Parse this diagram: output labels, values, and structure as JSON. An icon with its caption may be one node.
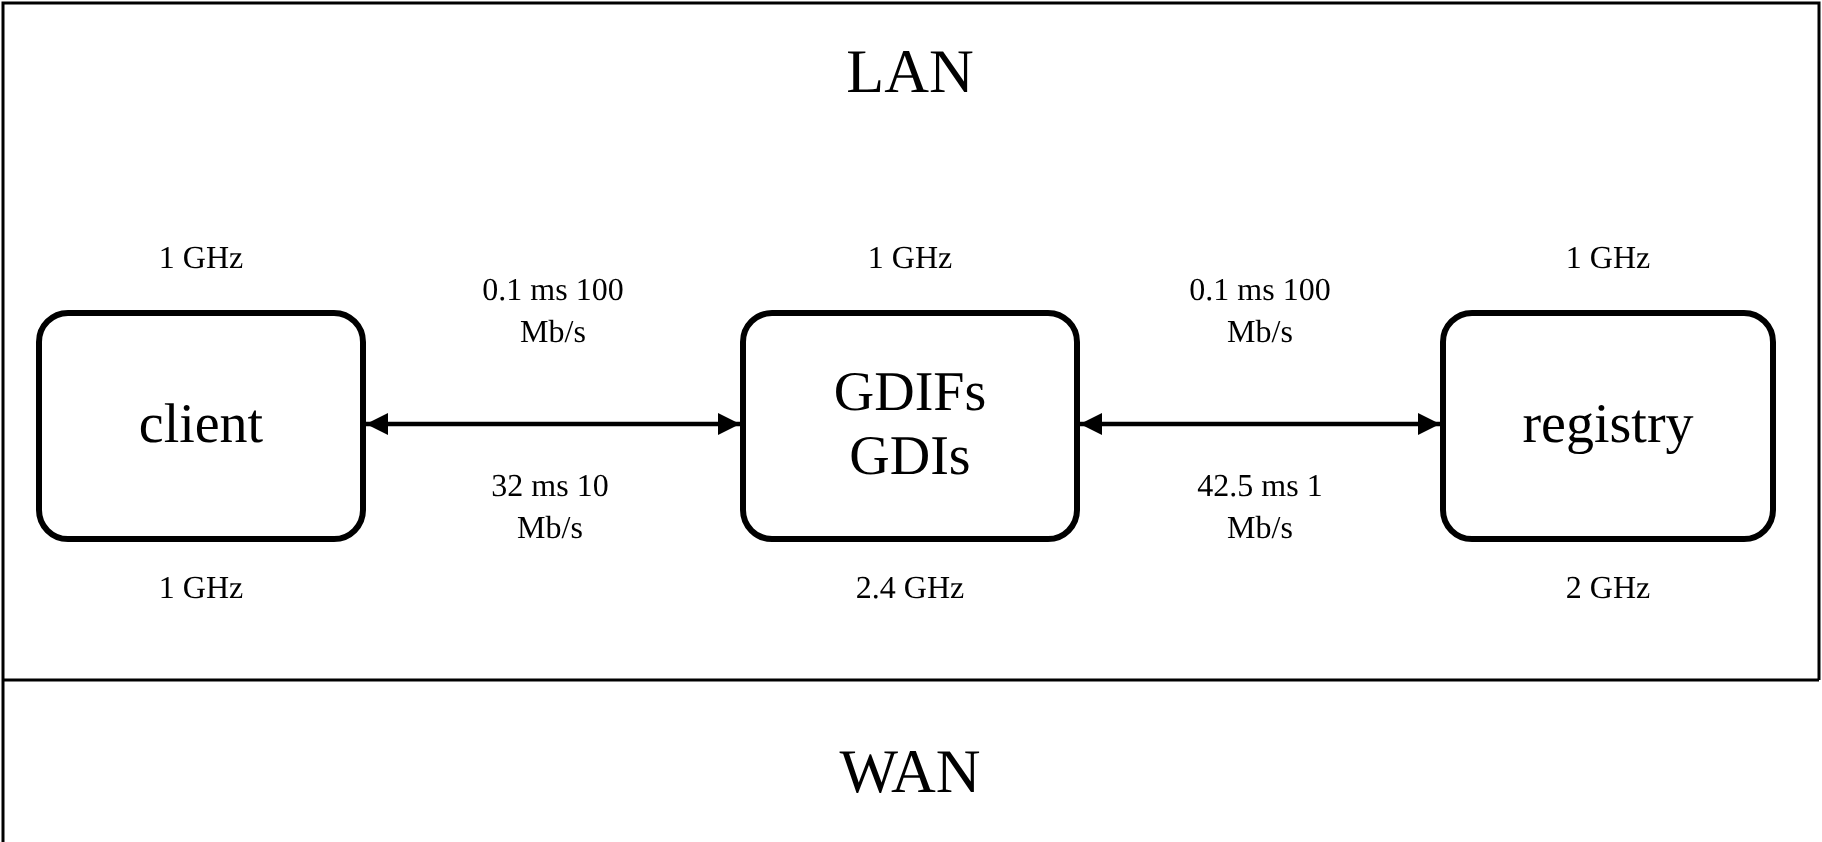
{
  "diagram": {
    "nodes": [
      {
        "text": [
          "client"
        ],
        "beside": [
          "1 GHz",
          "1 GHz"
        ]
      },
      {
        "text": [
          "GDIFs",
          "GDIs"
        ],
        "beside": [
          "1 GHz",
          "2.4 GHz"
        ]
      },
      {
        "text": [
          "registry"
        ],
        "beside": [
          "1 GHz",
          "2 GHz"
        ]
      }
    ],
    "edges": [
      {
        "from": 0,
        "to": 1,
        "arrow": "both",
        "label": "0.1 ms 100 Mb/s"
      },
      {
        "from": 1,
        "to": 2,
        "arrow": "both",
        "label": "0.1 ms 100 Mb/s"
      }
    ],
    "labels": [
      "LAN",
      "32 ms 10 Mb/s",
      "42.5 ms 1 Mb/s",
      "WAN"
    ]
  }
}
